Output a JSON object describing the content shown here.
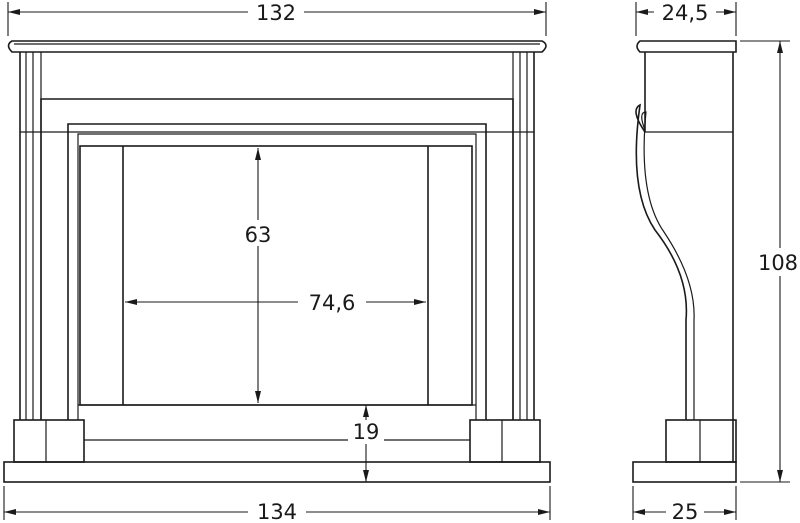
{
  "dimensions": {
    "front_top_width": "132",
    "front_bottom_width": "134",
    "opening_height": "63",
    "opening_width": "74,6",
    "hearth_height": "19",
    "side_top_depth": "24,5",
    "side_bottom_depth": "25",
    "total_height": "108"
  },
  "colors": {
    "line": "#1a1a1a",
    "background": "#ffffff"
  }
}
